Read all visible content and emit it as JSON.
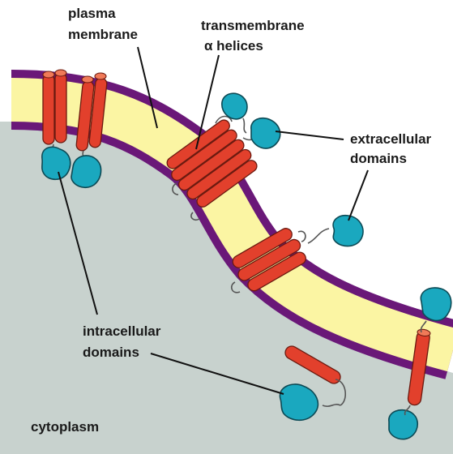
{
  "labels": {
    "plasma_membrane": [
      "plasma",
      "membrane"
    ],
    "transmembrane": [
      "transmembrane",
      "α helices"
    ],
    "extracellular": [
      "extracellular",
      "domains"
    ],
    "intracellular": [
      "intracellular",
      "domains"
    ],
    "cytoplasm": "cytoplasm"
  },
  "colors": {
    "cytoplasm": "#c8d2ce",
    "membrane_outer": "#6a1878",
    "membrane_core": "#fbf5a3",
    "helix": "#e2402c",
    "domain": "#1aa8bf"
  }
}
